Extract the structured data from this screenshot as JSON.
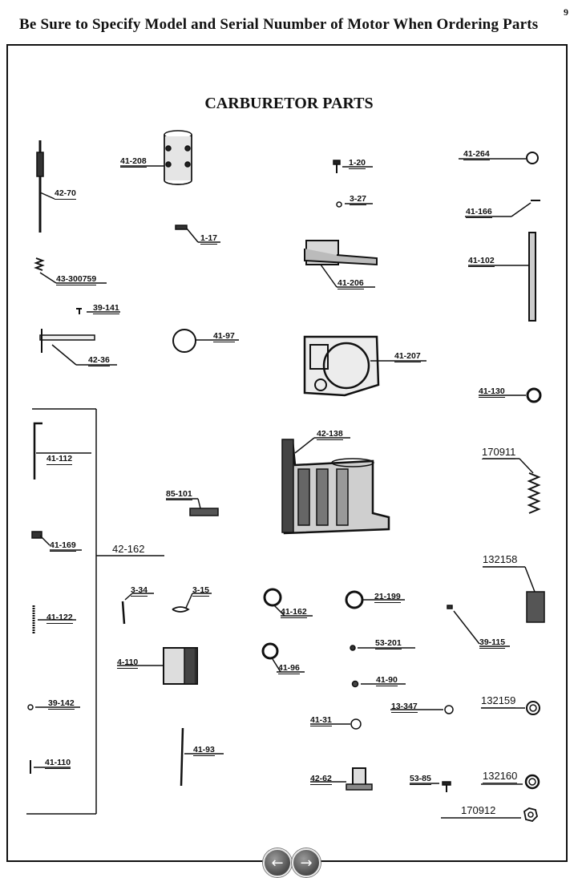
{
  "page": {
    "header": "Be Sure to Specify Model and Serial Nuumber of Motor When Ordering Parts",
    "page_number": "9",
    "title": "CARBURETOR PARTS"
  },
  "labels": {
    "p42_70": "42-70",
    "p41_208": "41-208",
    "p1_20": "1-20",
    "p41_264": "41-264",
    "p3_27": "3-27",
    "p41_166": "41-166",
    "p1_17": "1-17",
    "p43_300759": "43-300759",
    "p41_206": "41-206",
    "p41_102": "41-102",
    "p39_141": "39-141",
    "p41_97": "41-97",
    "p42_36": "42-36",
    "p41_207": "41-207",
    "p41_130": "41-130",
    "p42_138": "42-138",
    "p41_112": "41-112",
    "p170911": "170911",
    "p85_101": "85-101",
    "p41_169": "41-169",
    "p42_162": "42-162",
    "p132158": "132158",
    "p3_34": "3-34",
    "p3_15": "3-15",
    "p41_162": "41-162",
    "p21_199": "21-199",
    "p41_122": "41-122",
    "p39_115": "39-115",
    "p53_201": "53-201",
    "p4_110": "4-110",
    "p41_96": "41-96",
    "p41_90": "41-90",
    "p39_142": "39-142",
    "p13_347": "13-347",
    "p132159": "132159",
    "p41_31": "41-31",
    "p41_93": "41-93",
    "p41_110": "41-110",
    "p42_62": "42-62",
    "p53_85": "53-85",
    "p132160": "132160",
    "p170912": "170912"
  },
  "nav": {
    "prev_icon": "arrow-left-icon",
    "next_icon": "arrow-right-icon",
    "prev_glyph": "←",
    "next_glyph": "→"
  }
}
